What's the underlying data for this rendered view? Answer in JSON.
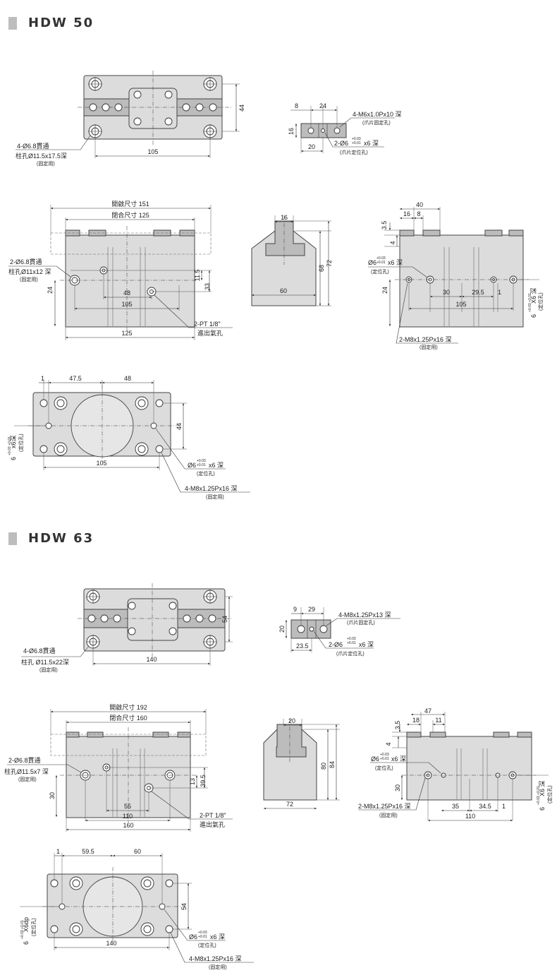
{
  "sections": [
    {
      "title": "HDW 50"
    },
    {
      "title": "HDW 63"
    }
  ],
  "hdw50": {
    "top": {
      "d44": "44",
      "d105": "105",
      "note1": "4-Ø6.8貫通",
      "note2": "柱孔Ø11.5x17.5深",
      "note3": "(固定用)"
    },
    "jaw": {
      "d8": "8",
      "d24": "24",
      "d16": "16",
      "d20": "20",
      "note_a1": "4-M6x1.0Px10 深",
      "note_a2": "(爪片固定孔)",
      "note_b1": "2-Ø6",
      "note_b_tol_up": "+0.03",
      "note_b_tol_dn": "+0.01",
      "note_b2": "x6 深",
      "note_b3": "(爪片定位孔)"
    },
    "front": {
      "open": "開啟尺寸 151",
      "close": "閉合尺寸 125",
      "note1": "2-Ø6.8貫通",
      "note2": "柱孔Ø11x12 深",
      "note3": "(固定用)",
      "d24": "24",
      "d11_5": "11.5",
      "d33": "33",
      "d48": "48",
      "d105": "105",
      "d125": "125",
      "port1": "2-PT 1/8\"",
      "port2": "進出氣孔"
    },
    "side": {
      "d16": "16",
      "d68": "68",
      "d72": "72",
      "d60": "60"
    },
    "rear": {
      "d40": "40",
      "d16": "16",
      "d8": "8",
      "d3_5": "3.5",
      "d4": "4",
      "d24": "24",
      "d30": "30",
      "d29_5": "29.5",
      "d1": "1",
      "d105": "105",
      "pin1": "Ø6",
      "pin_tol_up": "+0.03",
      "pin_tol_dn": "+0.01",
      "pin2": "x6 深",
      "pin3": "(定位孔)",
      "rpin1": "6",
      "rpin_tol": "+0.03 +0.01",
      "rpin2": "X6 深",
      "rpin3": "(定位孔)",
      "tap1": "2-M8x1.25Px16 深",
      "tap2": "(固定用)"
    },
    "bottom": {
      "d1": "1",
      "d47_5": "47.5",
      "d48": "48",
      "d44": "44",
      "d105": "105",
      "lpin1": "6",
      "lpin_tol": "+0.03 +0.01",
      "lpin2": "x6深",
      "lpin3": "(定位孔)",
      "pin1": "Ø6",
      "pin_tol_up": "+0.03",
      "pin_tol_dn": "+0.01",
      "pin2": "x6 深",
      "pin3": "(定位孔)",
      "tap1": "4-M8x1.25Px16 深",
      "tap2": "(固定用)"
    }
  },
  "hdw63": {
    "top": {
      "d54": "54",
      "d140": "140",
      "note1": "4-Ø6.8貫通",
      "note2": "柱孔 Ø11.5x22深",
      "note3": "(固定用)"
    },
    "jaw": {
      "d9": "9",
      "d29": "29",
      "d20": "20",
      "d23_5": "23.5",
      "note_a1": "4-M8x1.25Px13 深",
      "note_a2": "(爪片固定孔)",
      "note_b1": "2-Ø6",
      "note_b_tol_up": "+0.03",
      "note_b_tol_dn": "+0.01",
      "note_b2": "x6 深",
      "note_b3": "(爪片定位孔)"
    },
    "front": {
      "open": "開啟尺寸 192",
      "close": "閉合尺寸 160",
      "note1": "2-Ø6.8貫通",
      "note2": "柱孔Ø11.5x7 深",
      "note3": "(固定用)",
      "d30": "30",
      "d13": "13",
      "d39_5": "39.5",
      "d55": "55",
      "d110": "110",
      "d160": "160",
      "port1": "2-PT 1/8\"",
      "port2": "進出氣孔"
    },
    "side": {
      "d20": "20",
      "d80": "80",
      "d84": "84",
      "d72": "72"
    },
    "rear": {
      "d47": "47",
      "d18": "18",
      "d11": "11",
      "d3_5": "3.5",
      "d4": "4",
      "d30": "30",
      "d35": "35",
      "d34_5": "34.5",
      "d1": "1",
      "d110": "110",
      "pin1": "Ø6",
      "pin_tol_up": "+0.03",
      "pin_tol_dn": "+0.01",
      "pin2": "x6 深",
      "pin3": "(定位孔)",
      "rpin1": "6",
      "rpin_tol": "+0.03 +0.01",
      "rpin2": "X6 深",
      "rpin3": "(定位孔)",
      "tap1": "2-M8x1.25Px16 深",
      "tap2": "(固定用)"
    },
    "bottom": {
      "d1": "1",
      "d59_5": "59.5",
      "d60": "60",
      "d54": "54",
      "d140": "140",
      "lpin1": "6",
      "lpin_tol": "+0.03 +0.01",
      "lpin2": "X6dp",
      "lpin3": "(定位孔)",
      "pin1": "Ø6",
      "pin_tol_up": "+0.03",
      "pin_tol_dn": "+0.01",
      "pin2": "x6 深",
      "pin3": "(定位孔)",
      "tap1": "4-M8x1.25Px16 深",
      "tap2": "(固定用)"
    }
  }
}
